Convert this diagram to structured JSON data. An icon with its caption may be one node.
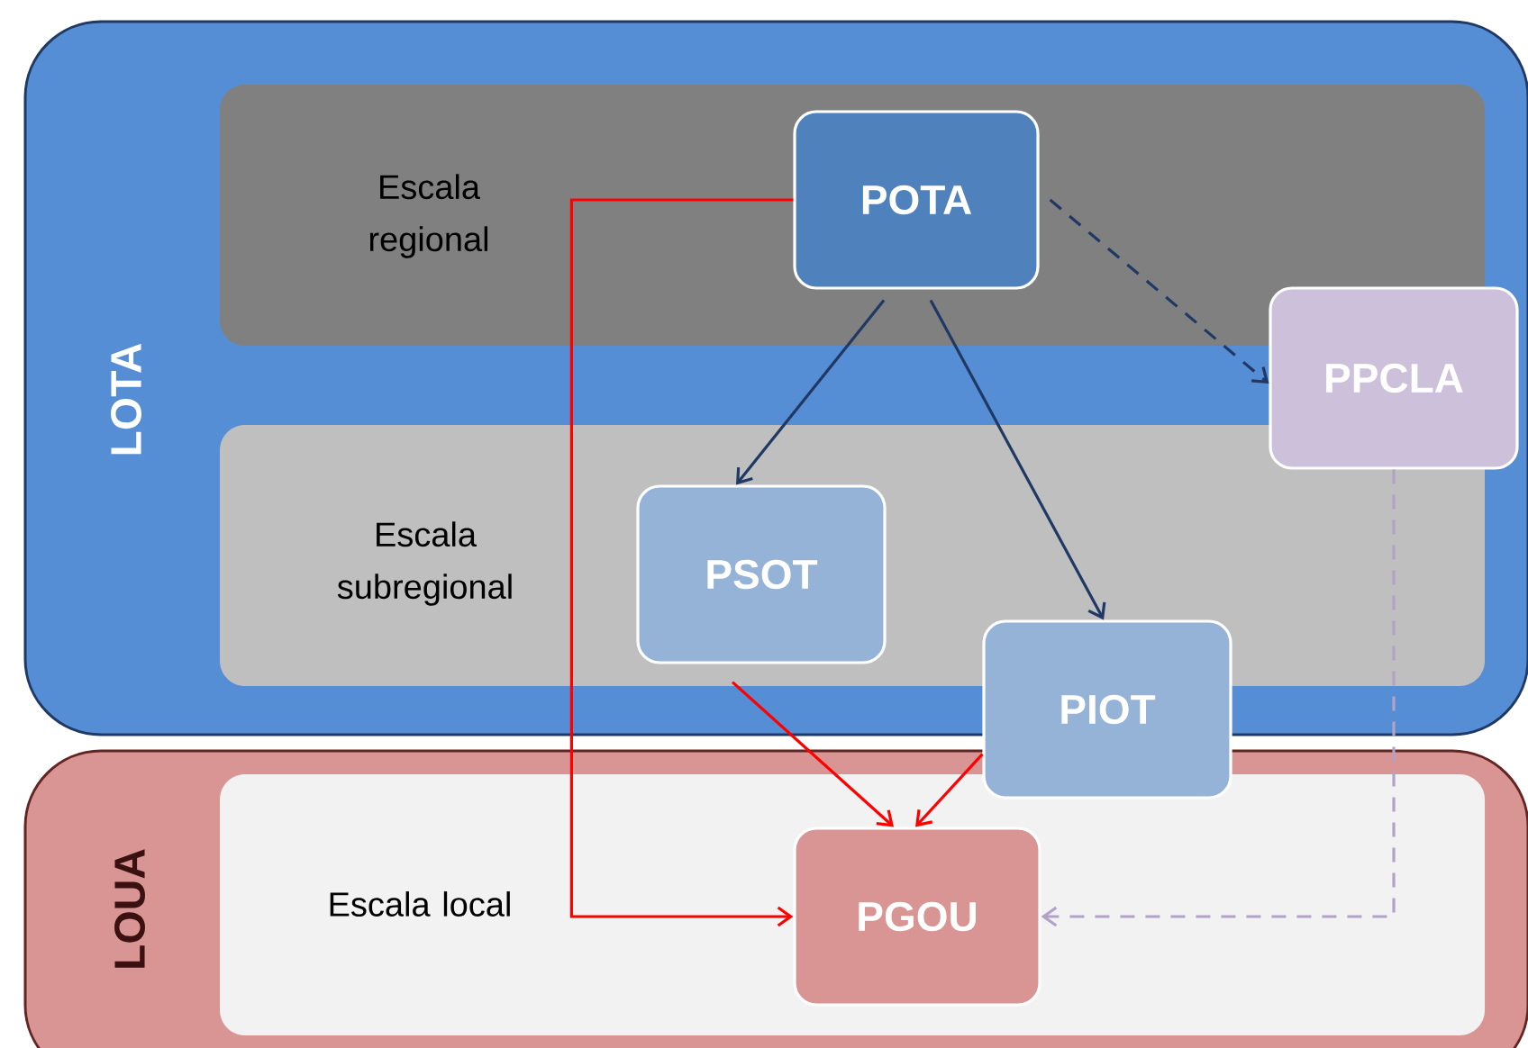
{
  "diagram": {
    "nodes": [
      {
        "text": [
          "LOTA"
        ]
      },
      {
        "text": [
          "Escala regional"
        ],
        "in": 0
      },
      {
        "text": [
          "Escala subregional"
        ],
        "in": 0
      },
      {
        "text": [
          "LOUA"
        ]
      },
      {
        "text": [
          "Escala local"
        ],
        "in": 3
      },
      {
        "text": [
          "POTA"
        ],
        "in": 1
      },
      {
        "text": [
          "PPCLA"
        ],
        "in": 0
      },
      {
        "text": [
          "PSOT"
        ],
        "in": 2
      },
      {
        "text": [
          "PIOT"
        ]
      },
      {
        "text": [
          "PGOU"
        ],
        "in": 4
      }
    ],
    "edges": [
      {
        "from": 5,
        "to": 7,
        "arrow": "to"
      },
      {
        "from": 5,
        "to": 8,
        "arrow": "to"
      },
      {
        "from": 5,
        "to": 6,
        "arrow": "to",
        "style": "dashed"
      },
      {
        "from": 5,
        "to": 9,
        "arrow": "to",
        "color": "#ff0000"
      },
      {
        "from": 7,
        "to": 9,
        "arrow": "to",
        "color": "#ff0000"
      },
      {
        "from": 8,
        "to": 9,
        "arrow": "to",
        "color": "#ff0000"
      },
      {
        "from": 6,
        "to": 9,
        "arrow": "to",
        "style": "dashed",
        "color": "#b3a2c7"
      }
    ]
  }
}
